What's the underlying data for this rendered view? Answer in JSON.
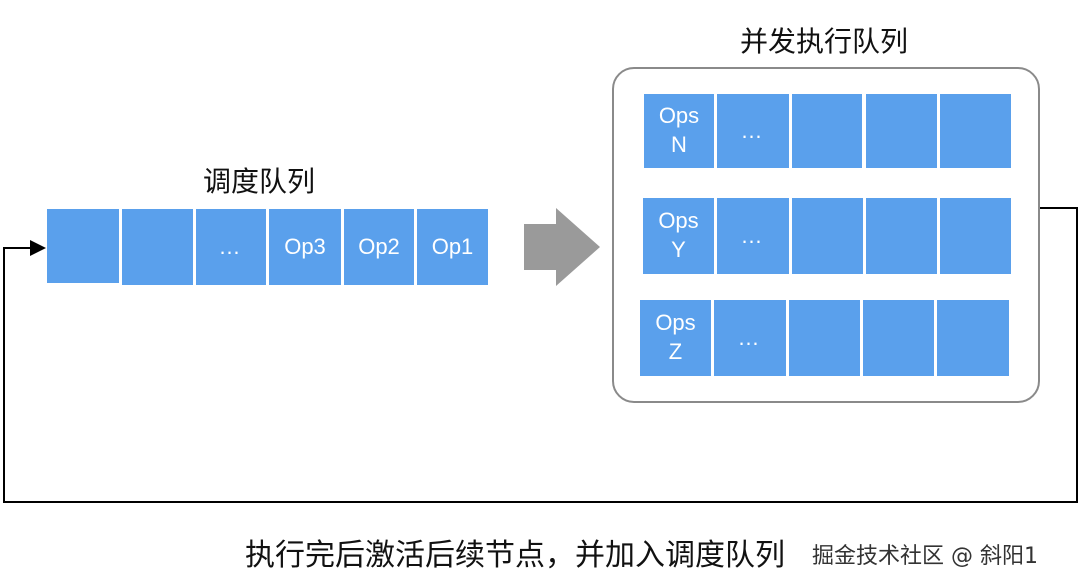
{
  "schedule_queue": {
    "title": "调度队列",
    "cells": [
      "",
      "",
      "…",
      "Op3",
      "Op2",
      "Op1"
    ]
  },
  "exec_queue": {
    "title": "并发执行队列",
    "rows": [
      {
        "head": [
          "Ops",
          "N"
        ],
        "second": "…"
      },
      {
        "head": [
          "Ops",
          "Y"
        ],
        "second": "…"
      },
      {
        "head": [
          "Ops",
          "Z"
        ],
        "second": "…"
      }
    ]
  },
  "caption": "执行完后激活后续节点，并加入调度队列",
  "watermark": "掘金技术社区 @ 斜阳1",
  "colors": {
    "cell": "#5aa0ec",
    "arrow": "#9a9a9a",
    "line": "#000000"
  }
}
